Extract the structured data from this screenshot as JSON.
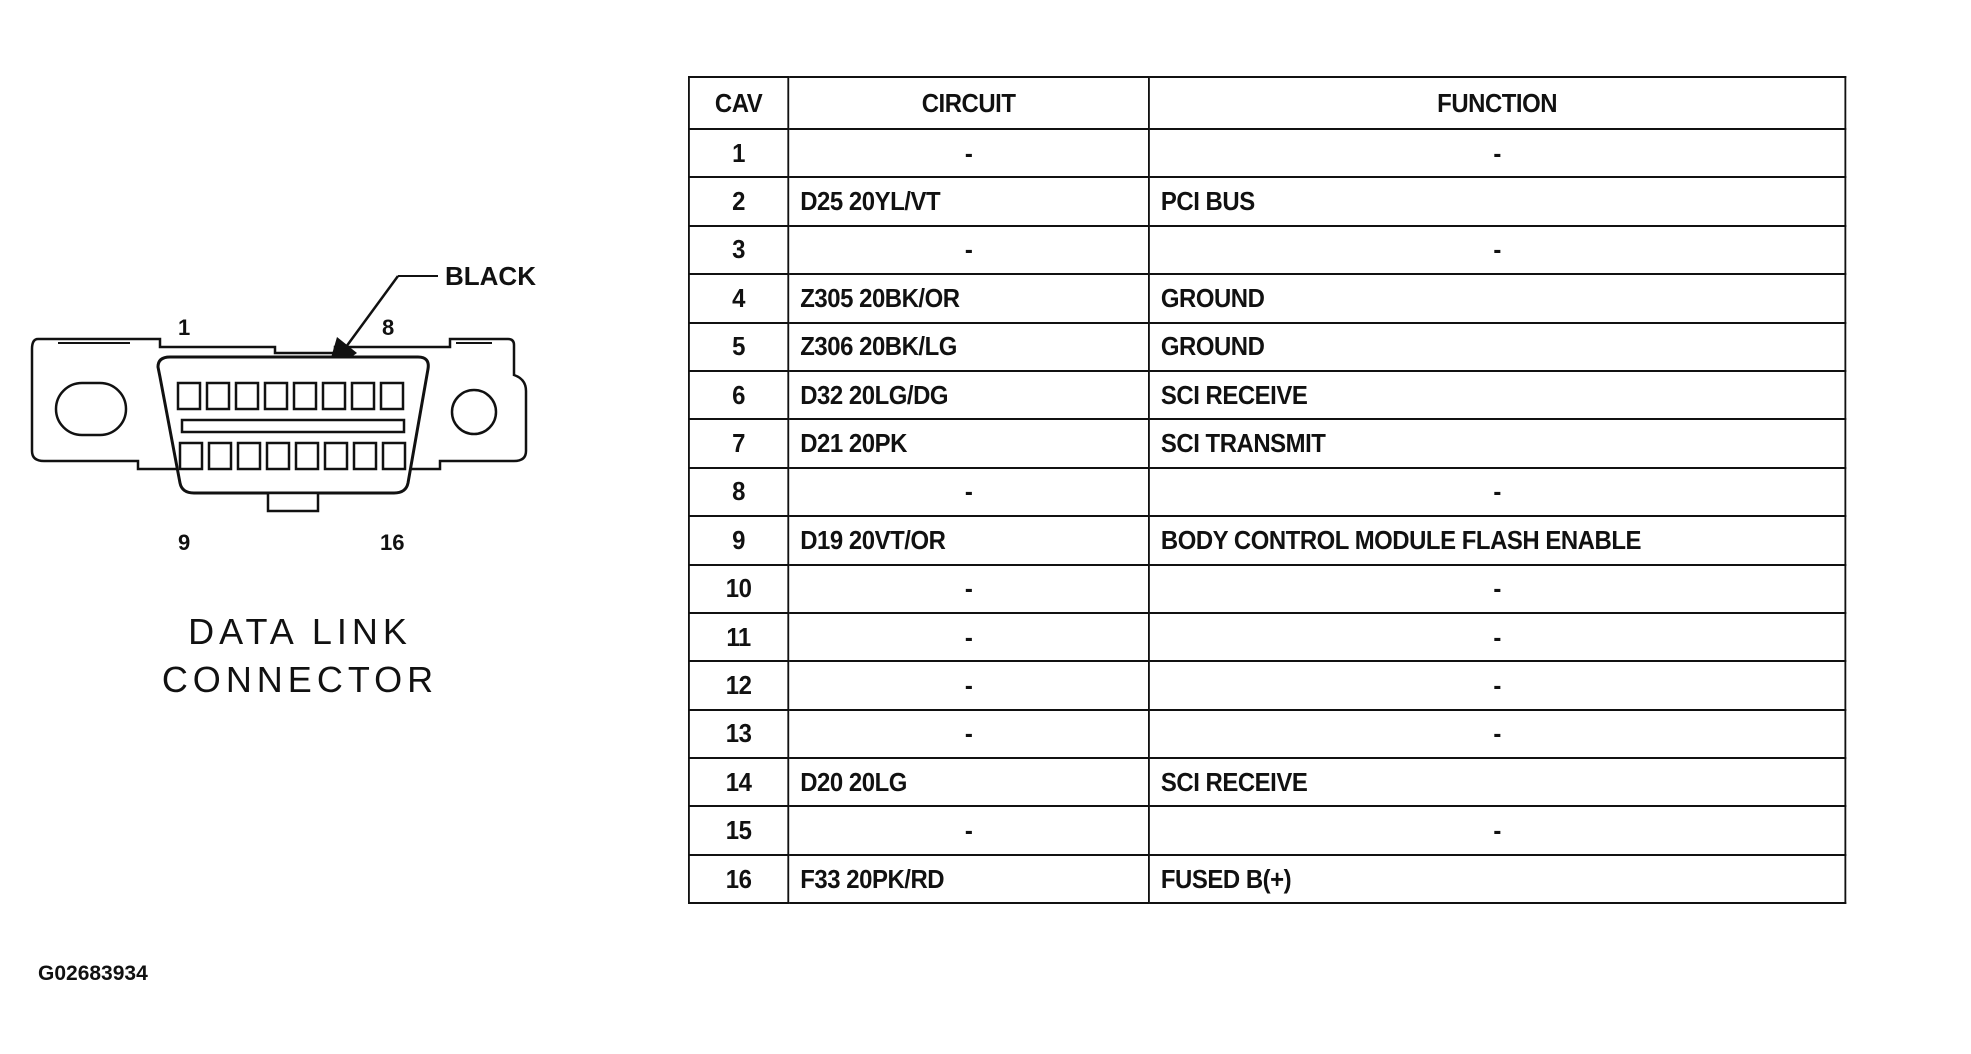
{
  "connector": {
    "color_label": "BLACK",
    "pin_labels": {
      "top_left": "1",
      "top_right": "8",
      "bottom_left": "9",
      "bottom_right": "16"
    },
    "caption_line1": "DATA LINK",
    "caption_line2": "CONNECTOR"
  },
  "figure_id": "G02683934",
  "table": {
    "headers": {
      "cav": "CAV",
      "circuit": "CIRCUIT",
      "function": "FUNCTION"
    },
    "rows": [
      {
        "cav": "1",
        "circuit": "-",
        "function": "-"
      },
      {
        "cav": "2",
        "circuit": "D25 20YL/VT",
        "function": "PCI BUS"
      },
      {
        "cav": "3",
        "circuit": "-",
        "function": "-"
      },
      {
        "cav": "4",
        "circuit": "Z305 20BK/OR",
        "function": "GROUND"
      },
      {
        "cav": "5",
        "circuit": "Z306 20BK/LG",
        "function": "GROUND"
      },
      {
        "cav": "6",
        "circuit": "D32 20LG/DG",
        "function": "SCI RECEIVE"
      },
      {
        "cav": "7",
        "circuit": "D21 20PK",
        "function": "SCI TRANSMIT"
      },
      {
        "cav": "8",
        "circuit": "-",
        "function": "-"
      },
      {
        "cav": "9",
        "circuit": "D19 20VT/OR",
        "function": "BODY CONTROL MODULE FLASH ENABLE"
      },
      {
        "cav": "10",
        "circuit": "-",
        "function": "-"
      },
      {
        "cav": "11",
        "circuit": "-",
        "function": "-"
      },
      {
        "cav": "12",
        "circuit": "-",
        "function": "-"
      },
      {
        "cav": "13",
        "circuit": "-",
        "function": "-"
      },
      {
        "cav": "14",
        "circuit": "D20 20LG",
        "function": "SCI RECEIVE"
      },
      {
        "cav": "15",
        "circuit": "-",
        "function": "-"
      },
      {
        "cav": "16",
        "circuit": "F33 20PK/RD",
        "function": "FUSED B(+)"
      }
    ]
  }
}
